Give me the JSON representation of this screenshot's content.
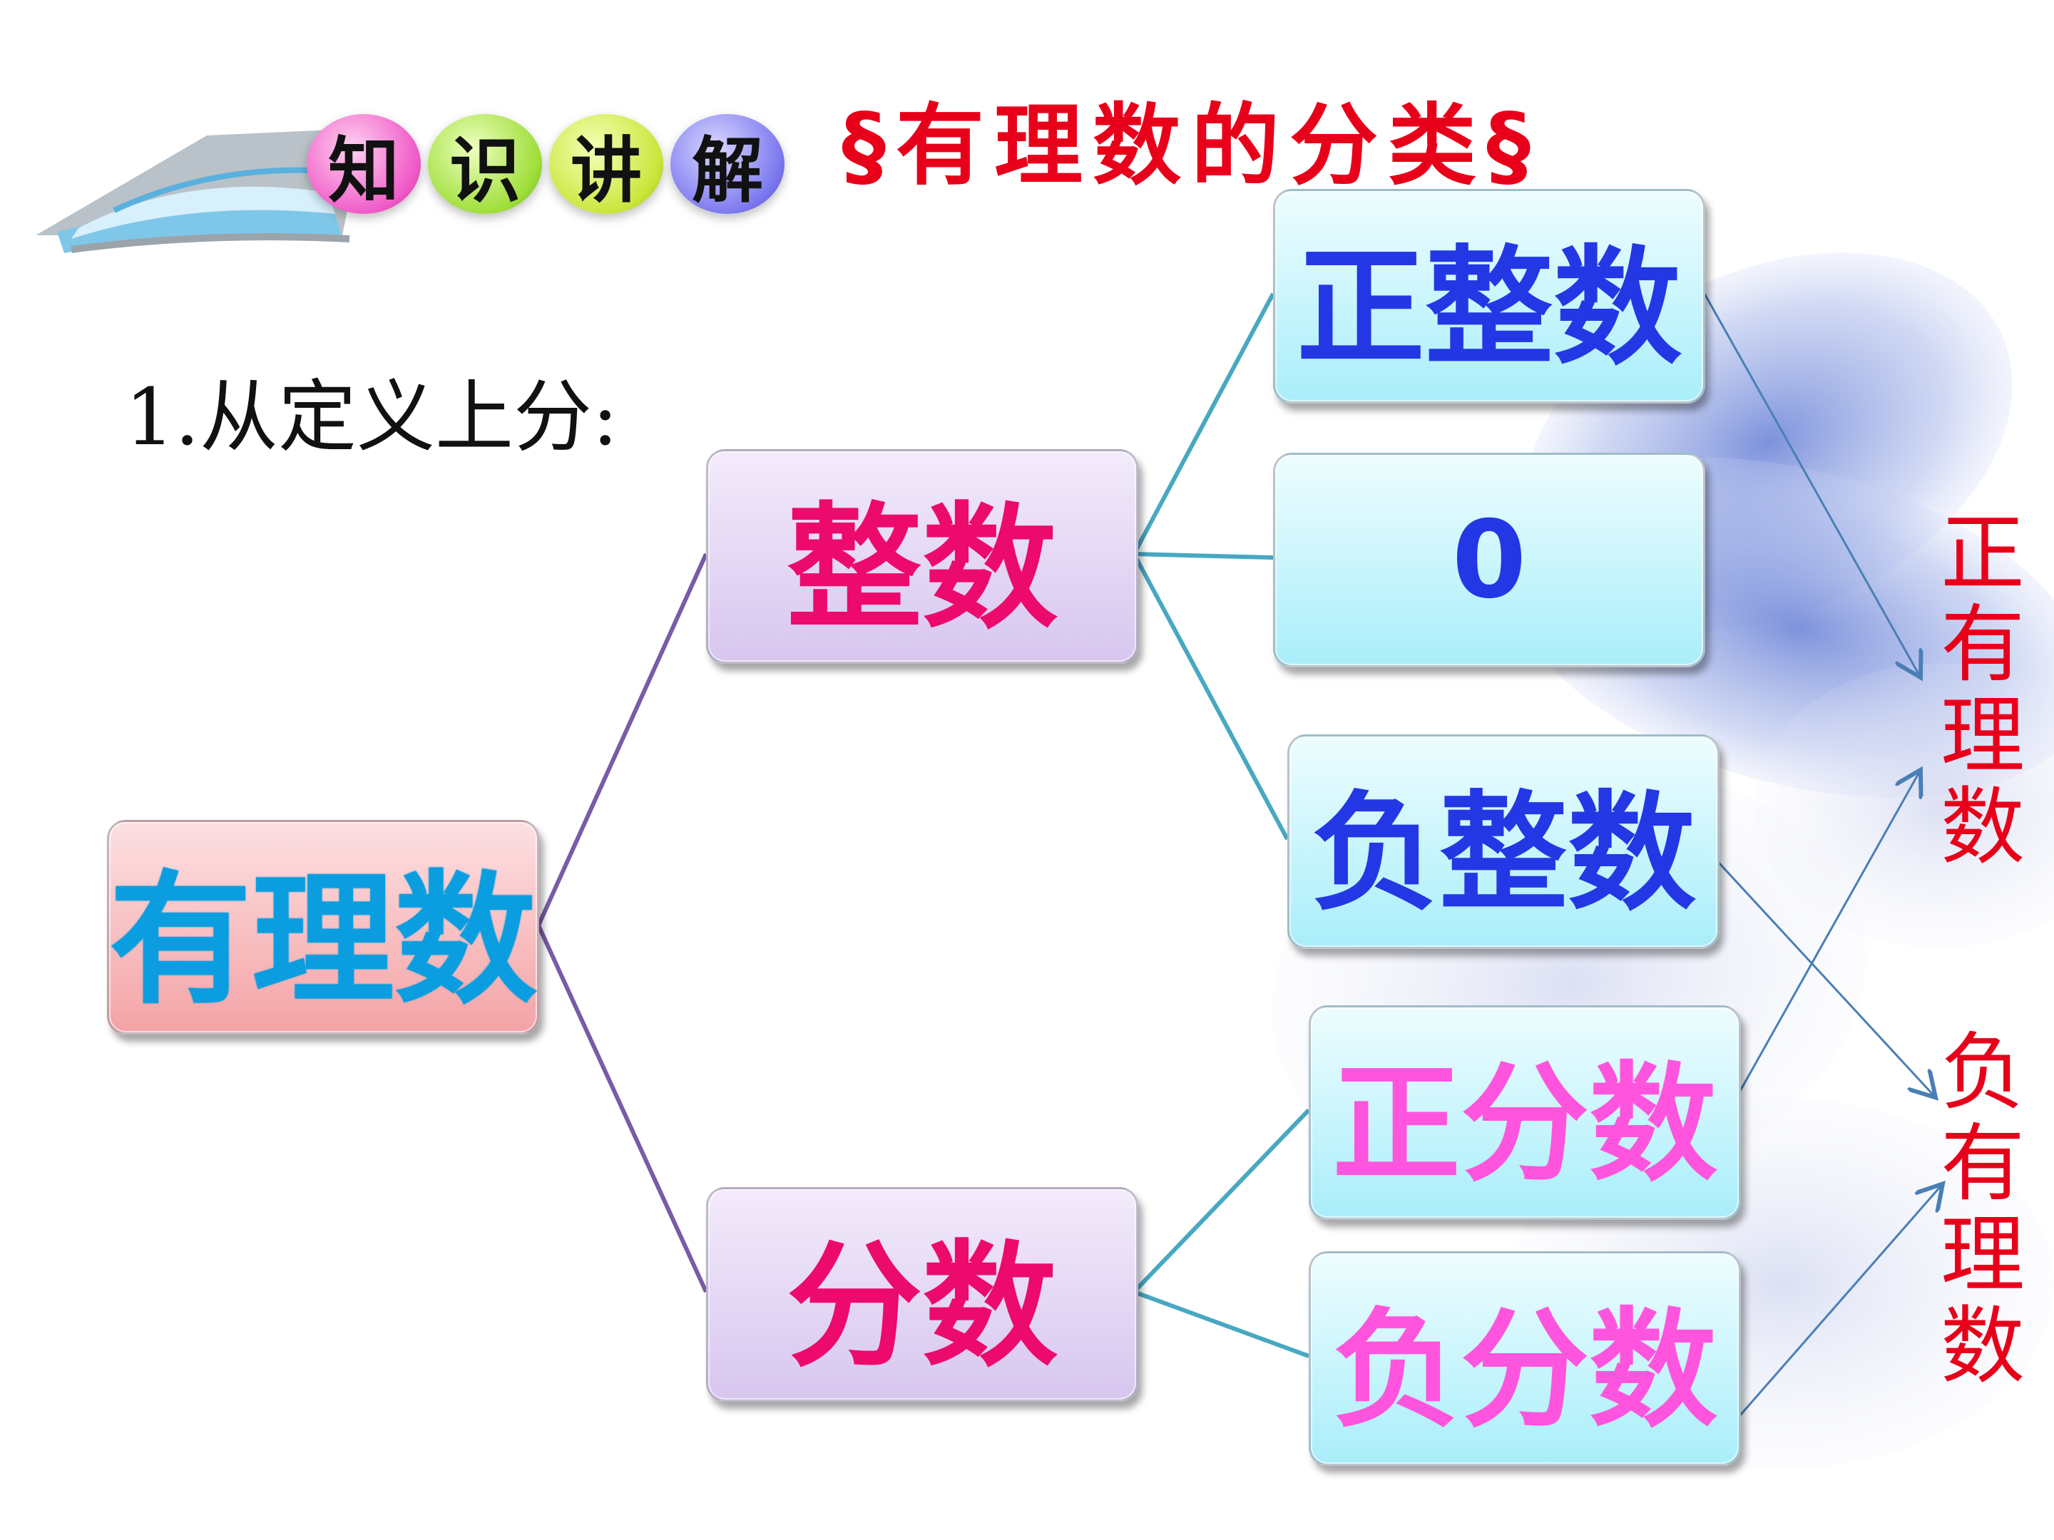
{
  "header": {
    "badge_chars": [
      "知",
      "识",
      "讲",
      "解"
    ],
    "title": "§有理数的分类§"
  },
  "subtitle": "1.从定义上分:",
  "tree": {
    "root": "有理数",
    "integer": "整数",
    "fraction": "分数",
    "positive_integer": "正整数",
    "zero": "0",
    "negative_integer": "负整数",
    "positive_fraction": "正分数",
    "negative_fraction": "负分数"
  },
  "side_labels": {
    "positive_rational": [
      "正",
      "有",
      "理",
      "数"
    ],
    "negative_rational": [
      "负",
      "有",
      "理",
      "数"
    ]
  },
  "colors": {
    "title_red": "#e8001a",
    "root_text": "#0a9ee0",
    "mid_text": "#ec0a6c",
    "integer_leaf_text": "#2338e4",
    "fraction_leaf_text": "#ff55de",
    "tree_line_purple": "#7a5ba6",
    "tree_line_teal": "#48a8c2",
    "arrow_blue": "#4a7fb5"
  }
}
